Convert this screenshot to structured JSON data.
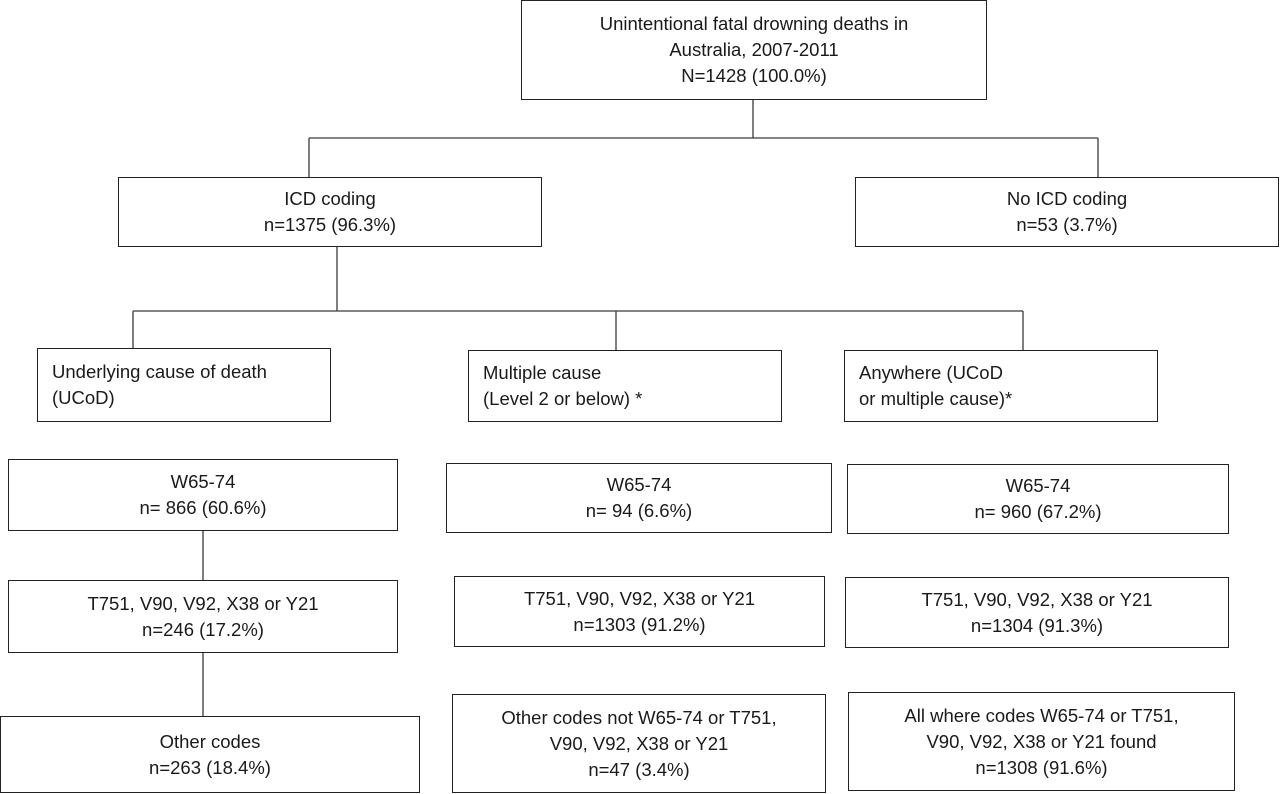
{
  "root": {
    "lines": [
      "Unintentional fatal drowning deaths in",
      "Australia, 2007-2011",
      "N=1428 (100.0%)"
    ]
  },
  "icd_coding": {
    "lines": [
      "ICD coding",
      "n=1375 (96.3%)"
    ]
  },
  "no_icd_coding": {
    "lines": [
      "No ICD coding",
      "n=53 (3.7%)"
    ]
  },
  "ucod": {
    "header": [
      "Underlying cause of death",
      "(UCoD)"
    ],
    "w65_74": [
      "W65-74",
      "n= 866 (60.6%)"
    ],
    "t751": [
      "T751, V90, V92, X38 or Y21",
      "n=246 (17.2%)"
    ],
    "other": [
      "Other codes",
      "n=263 (18.4%)"
    ]
  },
  "multiple_cause": {
    "header": [
      "Multiple cause",
      "(Level 2 or below) *"
    ],
    "w65_74": [
      "W65-74",
      "n= 94 (6.6%)"
    ],
    "t751": [
      "T751, V90, V92, X38 or Y21",
      "n=1303 (91.2%)"
    ],
    "other": [
      "Other codes not W65-74 or T751,",
      "V90, V92, X38 or Y21",
      "n=47 (3.4%)"
    ]
  },
  "anywhere": {
    "header": [
      "Anywhere (UCoD",
      "or multiple cause)*"
    ],
    "w65_74": [
      "W65-74",
      "n= 960 (67.2%)"
    ],
    "t751": [
      "T751, V90, V92, X38 or Y21",
      "n=1304 (91.3%)"
    ],
    "all": [
      "All where codes W65-74 or T751,",
      "V90, V92, X38 or Y21 found",
      "n=1308 (91.6%)"
    ]
  }
}
